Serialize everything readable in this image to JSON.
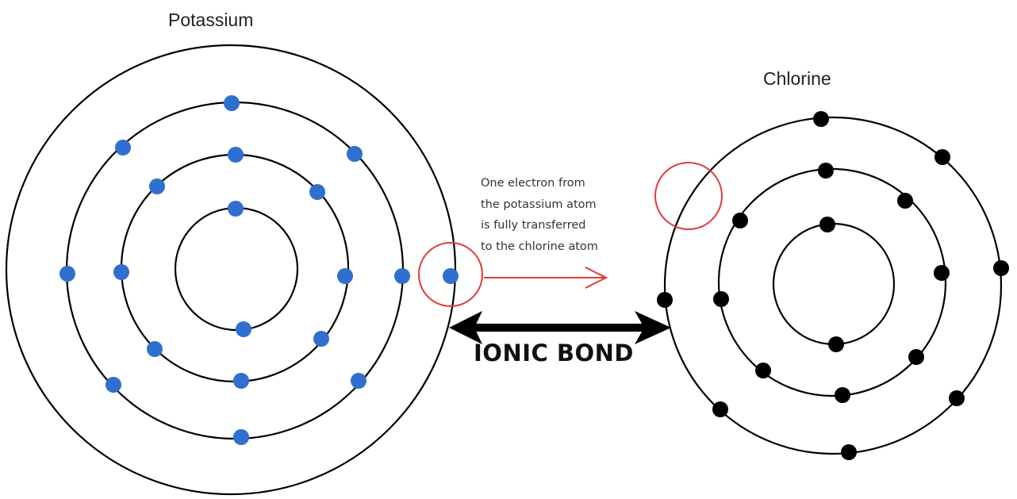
{
  "atoms": {
    "potassium": {
      "label": "Potassium",
      "shells": [
        2,
        8,
        8,
        1
      ],
      "electron_color": "#2f6fd0"
    },
    "chlorine": {
      "label": "Chlorine",
      "shells": [
        2,
        8,
        7
      ],
      "electron_color": "#000000"
    }
  },
  "annotation": {
    "lines": [
      "One electron from",
      "the potassium atom",
      "is fully transferred",
      "to the chlorine atom"
    ],
    "color": "#e03030"
  },
  "bond_label": "IONIC BOND"
}
